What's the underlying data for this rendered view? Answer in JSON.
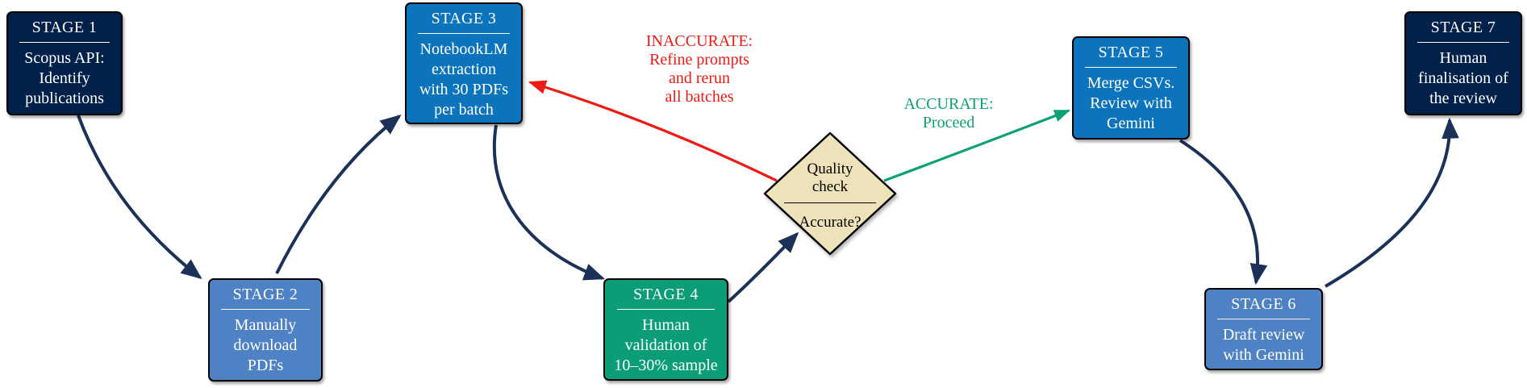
{
  "diagram": {
    "stages": [
      {
        "title": "STAGE 1",
        "body": "Scopus API:\nIdentify\npublications",
        "variant": "navy"
      },
      {
        "title": "STAGE 2",
        "body": "Manually\ndownload\nPDFs",
        "variant": "mid-blue"
      },
      {
        "title": "STAGE 3",
        "body": "NotebookLM\nextraction\nwith 30 PDFs\nper batch",
        "variant": "bright-blue"
      },
      {
        "title": "STAGE 4",
        "body": "Human\nvalidation of\n10–30% sample",
        "variant": "green"
      },
      {
        "title": "STAGE 5",
        "body": "Merge CSVs.\nReview with\nGemini",
        "variant": "bright-blue"
      },
      {
        "title": "STAGE 6",
        "body": "Draft review\nwith Gemini",
        "variant": "mid-blue"
      },
      {
        "title": "STAGE 7",
        "body": "Human\nfinalisation of\nthe review",
        "variant": "navy"
      }
    ],
    "decision": {
      "top": "Quality\ncheck",
      "bottom": "Accurate?"
    },
    "labels": {
      "inaccurate": "INACCURATE:\nRefine prompts\nand rerun\nall batches",
      "accurate": "ACCURATE:\nProceed"
    },
    "colors": {
      "navy_box": "#01204a",
      "mid_blue_box": "#4e82c4",
      "bright_blue_box": "#0c74bc",
      "green_box": "#0b9d77",
      "diamond_fill": "#ede2ba",
      "arrow_navy": "#1b3158",
      "accent_red": "#ee1b14",
      "accent_green": "#0f9e74",
      "text_white": "#ffffff",
      "text_black": "#000000"
    }
  }
}
